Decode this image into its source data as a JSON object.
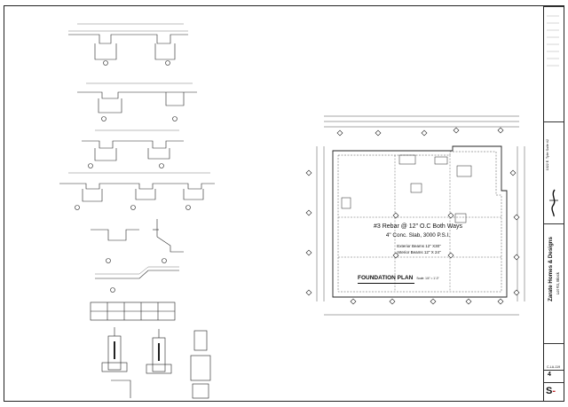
{
  "plan": {
    "title": "FOUNDATION PLAN",
    "scale": "Scale: 1/4\" = 1'-0\"",
    "note_rebar": "#3 Rebar @ 12\" O.C Both Ways",
    "note_slab": "4\" Conc. Slab, 3000 P.S.I.",
    "note_ext_beams": "Exterior Beams 12\" X30\"",
    "note_int_beams": "Interior Beams 12\" X 24\""
  },
  "titleblock": {
    "company": "Zarate Homes & Designs",
    "lot": "Lot #3, Block",
    "address": "1022 E. Tyler Suite #2",
    "sheet_code": "C-LA-119",
    "page_number": "4",
    "sheet_prefix": "S",
    "sheet_dash": "-"
  },
  "colors": {
    "ink": "#111111",
    "accent": "#c0282a"
  }
}
